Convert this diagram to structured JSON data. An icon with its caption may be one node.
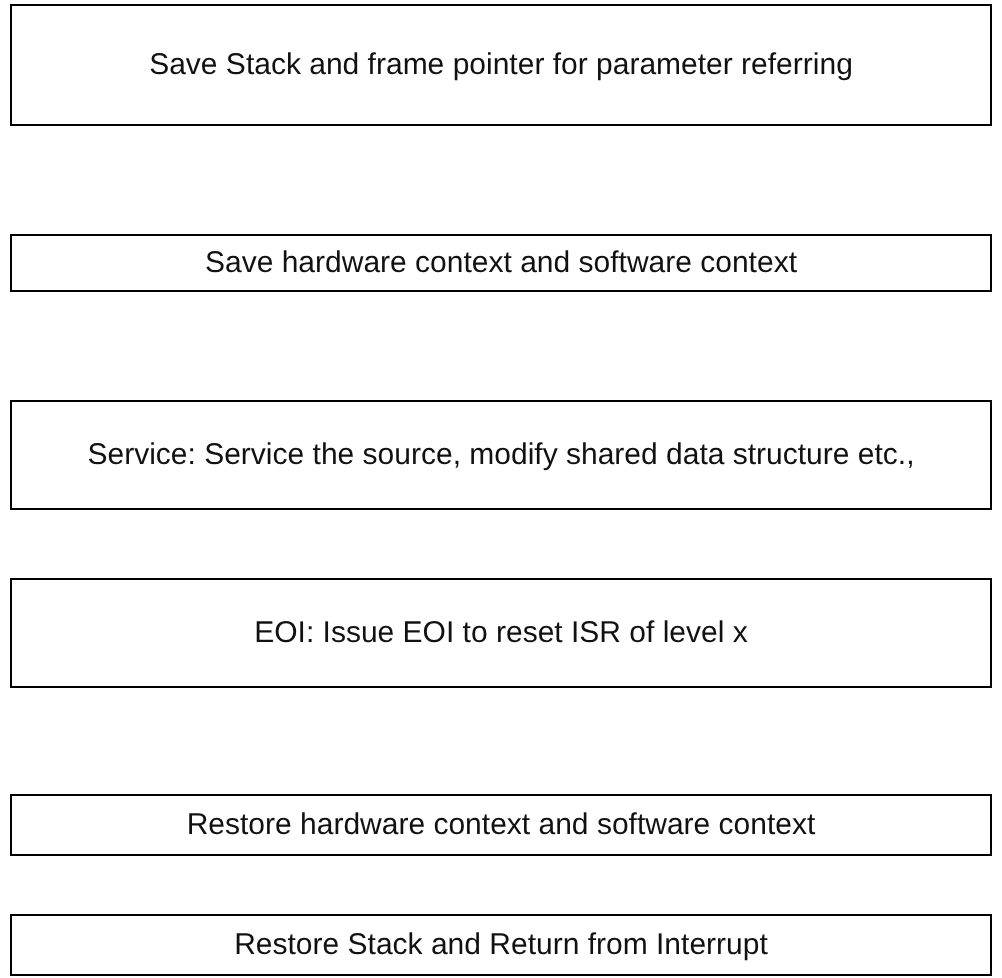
{
  "diagram": {
    "nodes": [
      {
        "text": [
          "Save Stack and frame pointer for parameter referring"
        ]
      },
      {
        "text": [
          "Save hardware context and software context"
        ]
      },
      {
        "text": [
          "Service: Service the source, modify shared data structure etc.,"
        ]
      },
      {
        "text": [
          "EOI: Issue EOI to reset ISR of level x"
        ]
      },
      {
        "text": [
          "Restore hardware context and software context"
        ]
      },
      {
        "text": [
          "Restore Stack and Return from Interrupt"
        ]
      }
    ]
  }
}
